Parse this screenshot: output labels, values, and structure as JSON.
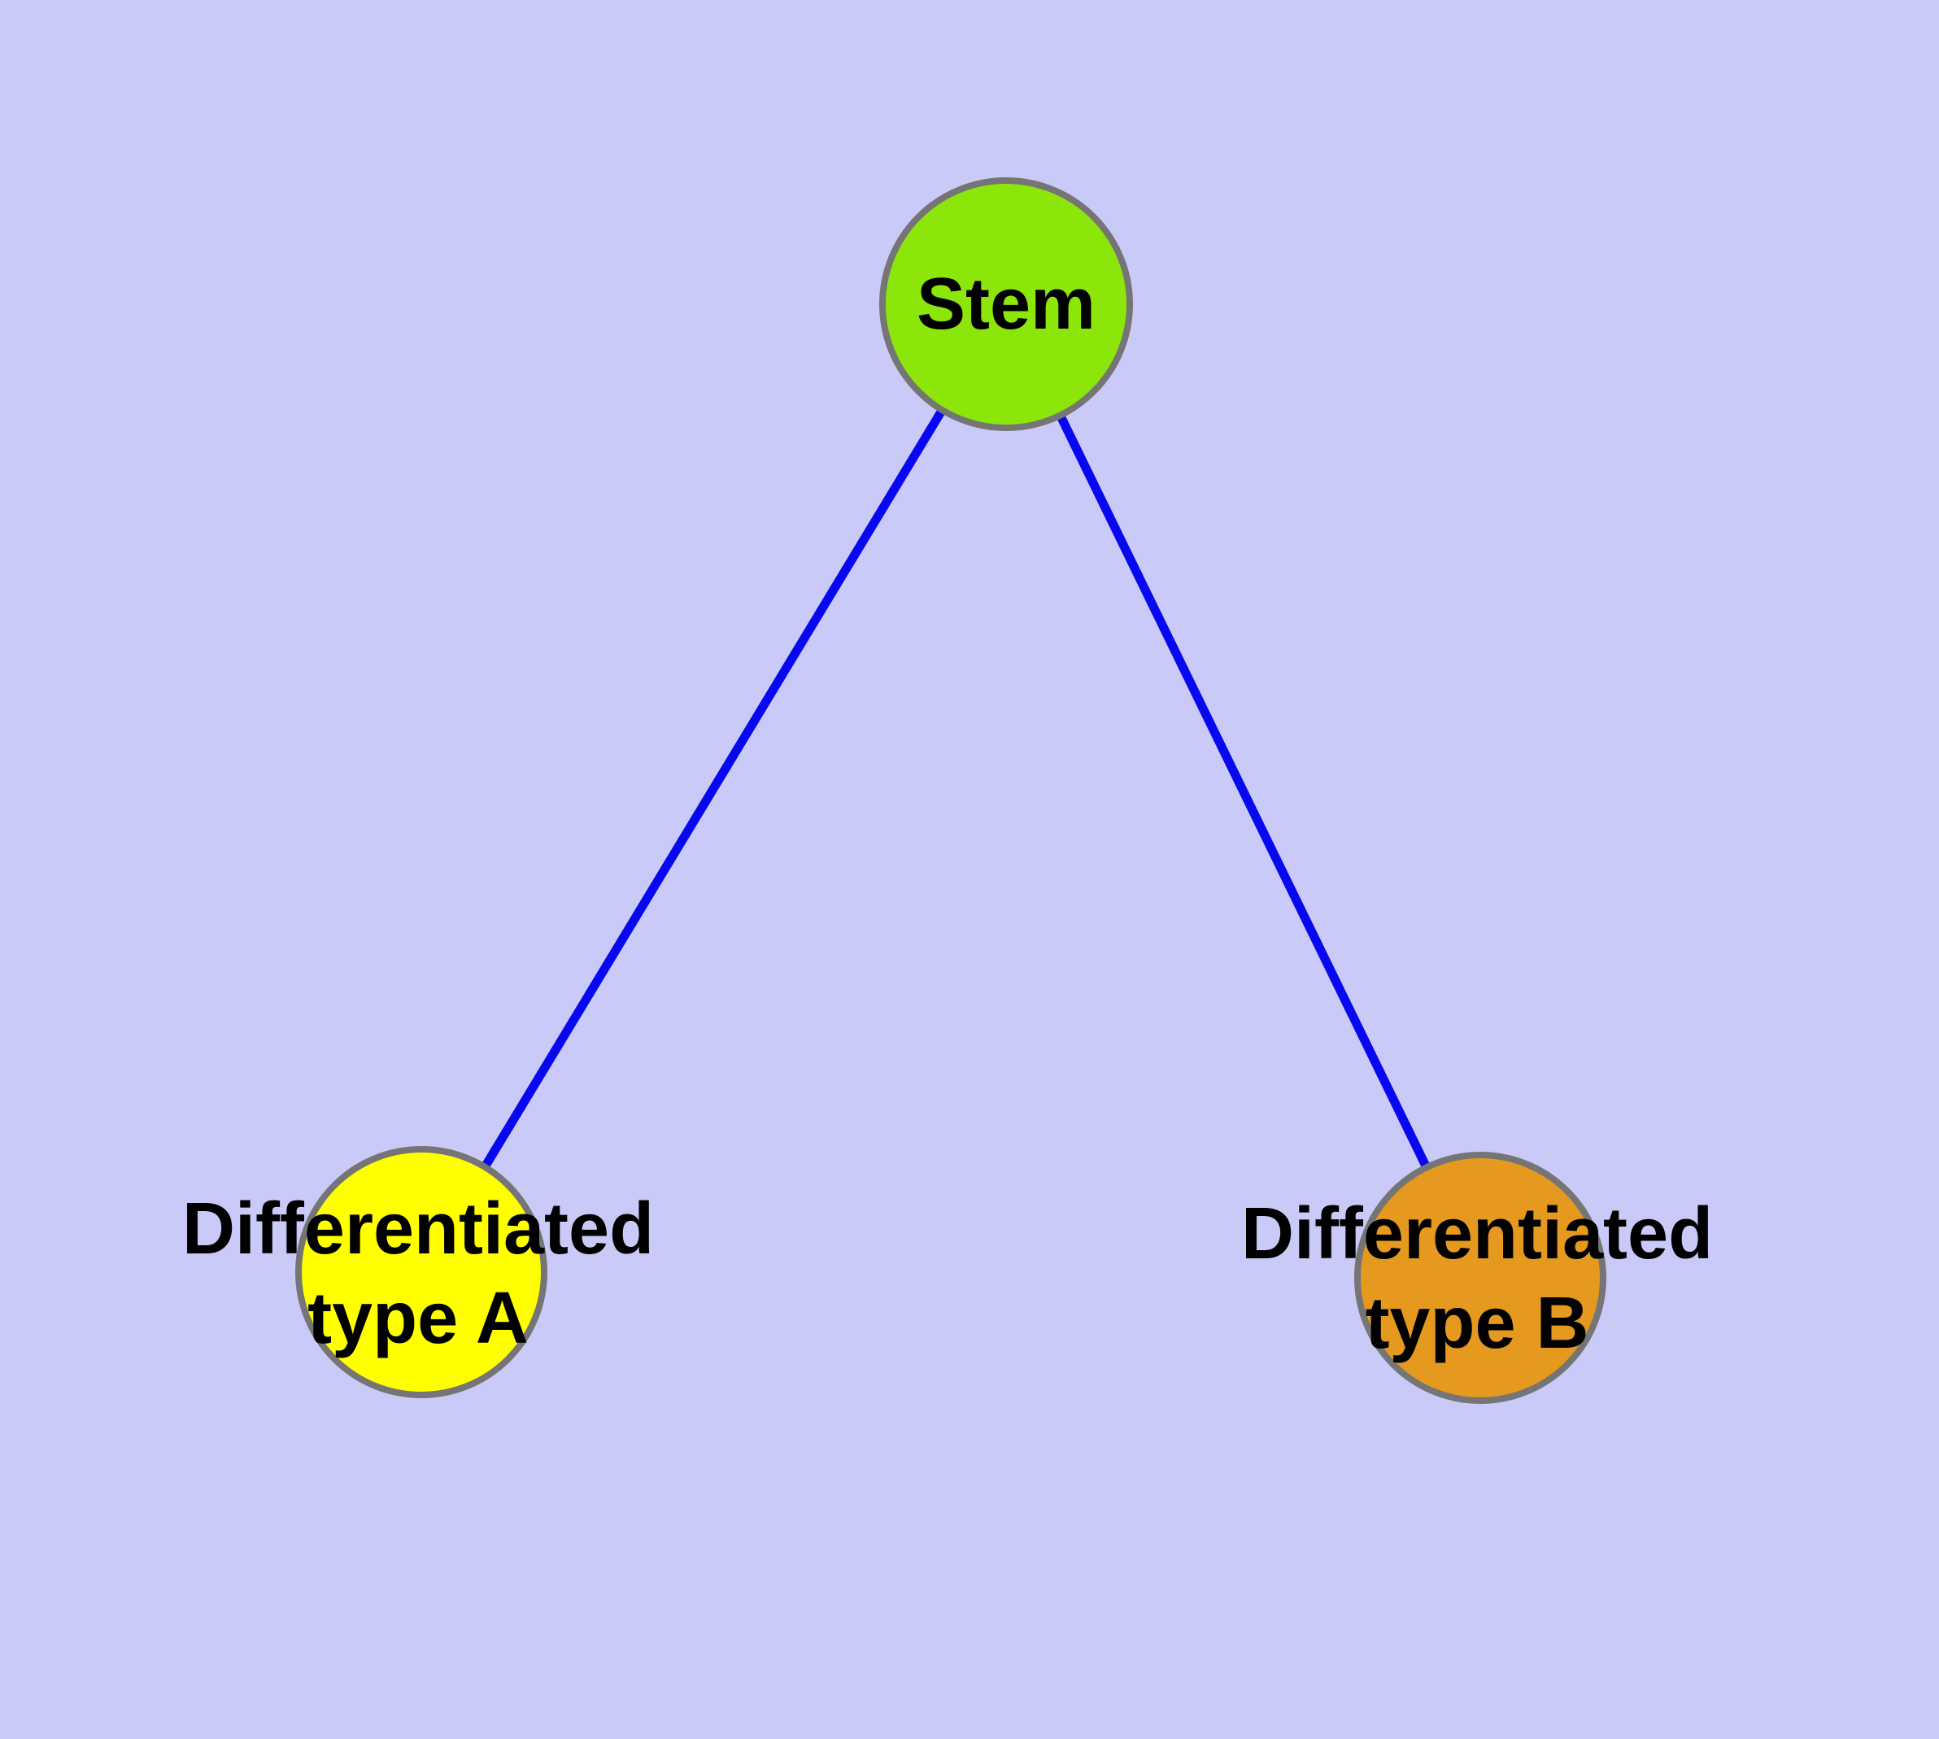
{
  "style": {
    "background_color": "#CACAF8",
    "edge_color": "#0808F0",
    "node_border_color": "#757575",
    "label_color": "#000000"
  },
  "nodes": {
    "stem": {
      "label": "Stem",
      "color": "#8CE60A"
    },
    "type_a": {
      "label": "Differentiated\ntype A",
      "color": "#FFFF00"
    },
    "type_b": {
      "label": "Differentiated\ntype B",
      "color": "#E5991E"
    }
  },
  "graph": {
    "type": "tree",
    "edges": [
      {
        "from": "Stem",
        "to": "Differentiated type A"
      },
      {
        "from": "Stem",
        "to": "Differentiated type B"
      }
    ]
  }
}
